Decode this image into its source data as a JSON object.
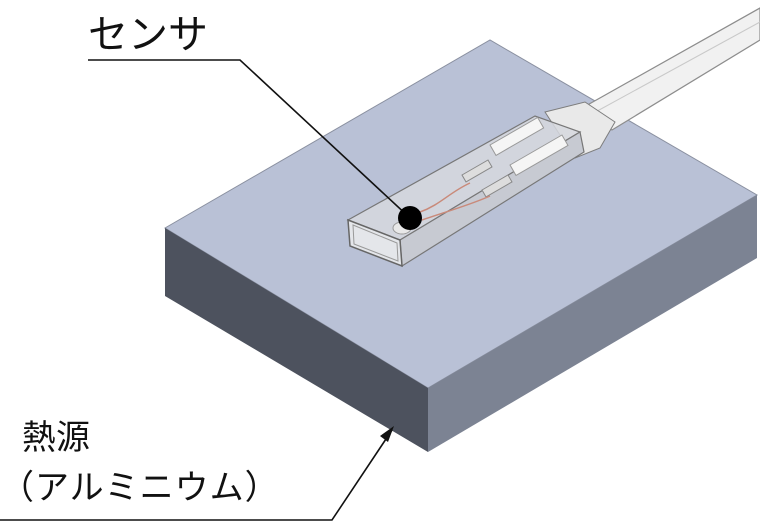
{
  "labels": {
    "sensor": "センサ",
    "heat_source": "熱源",
    "heat_source_material": "（アルミニウム）"
  },
  "colors": {
    "block_top": "#b9c1d6",
    "block_left": "#4d525e",
    "block_right": "#7c8393",
    "wire": "#c98a7a"
  }
}
